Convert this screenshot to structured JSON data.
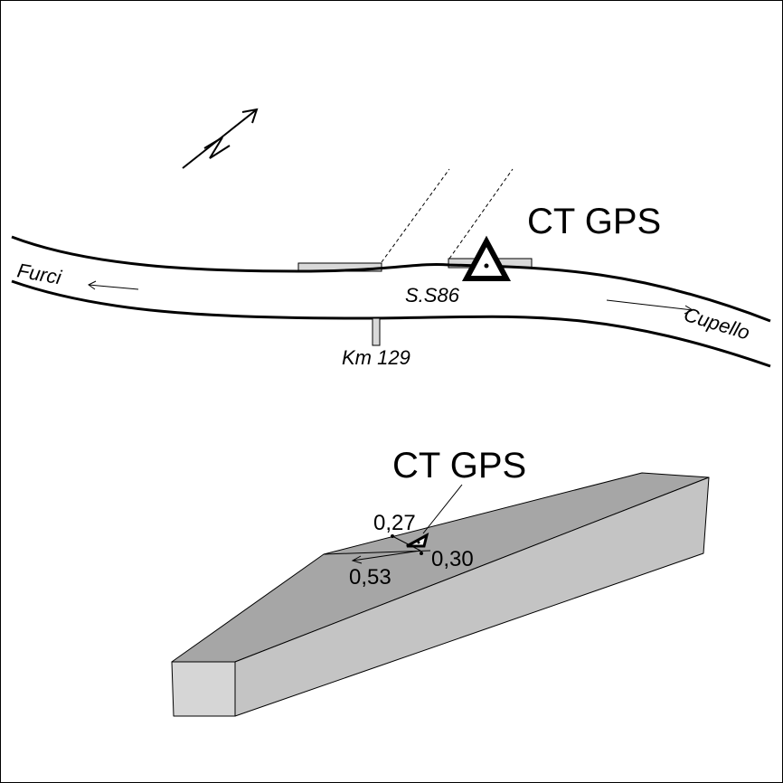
{
  "map": {
    "station_label": "CT GPS",
    "road_name": "S.S86",
    "km_marker": "Km 129",
    "west_town": "Furci",
    "east_town": "Cupello"
  },
  "detail": {
    "station_label": "CT GPS",
    "dim_top": "0,27",
    "dim_right": "0,30",
    "dim_left": "0,53"
  },
  "colors": {
    "stroke": "#000000",
    "parapet_fill": "#d9d9d9",
    "block_top": "#a6a6a6",
    "block_side": "#c4c4c4",
    "block_end": "#d6d6d6"
  }
}
